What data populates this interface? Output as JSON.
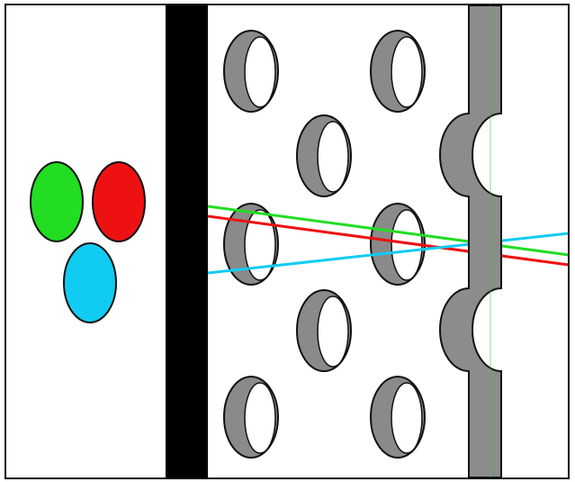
{
  "colors": {
    "background": "#ffffff",
    "frame": "#111111",
    "barrier": "#000000",
    "hole_shadow": "#8a8a8a",
    "comb": "#8c8c8c",
    "green": "#22dd22",
    "red": "#ee1111",
    "blue": "#11ccf2",
    "comb_stripe": "#33cc33"
  },
  "sources": [
    {
      "color_name": "green"
    },
    {
      "color_name": "red"
    },
    {
      "color_name": "blue"
    }
  ],
  "rays": [
    {
      "color_name": "green"
    },
    {
      "color_name": "red"
    },
    {
      "color_name": "blue"
    }
  ],
  "holes": [
    {
      "row": 1,
      "column": 1
    },
    {
      "row": 1,
      "column": 3
    },
    {
      "row": 2,
      "column": 2
    },
    {
      "row": 3,
      "column": 1
    },
    {
      "row": 3,
      "column": 3
    },
    {
      "row": 4,
      "column": 2
    },
    {
      "row": 5,
      "column": 1
    },
    {
      "row": 5,
      "column": 3
    }
  ],
  "comb": {
    "notches": 2
  }
}
